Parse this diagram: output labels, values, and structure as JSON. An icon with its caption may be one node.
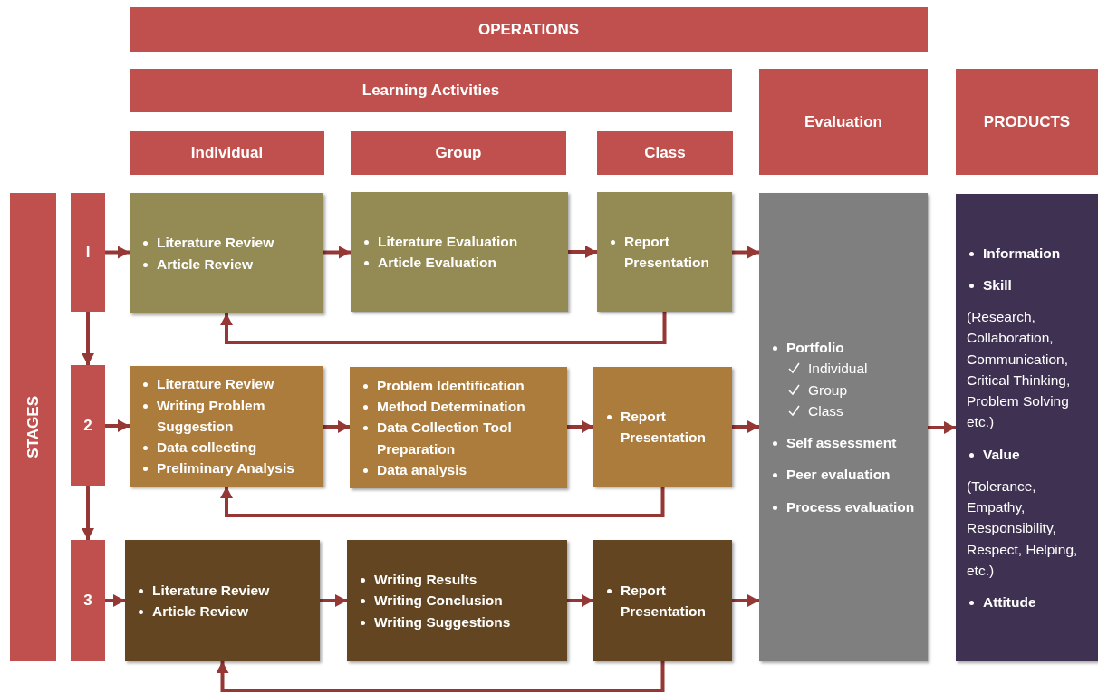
{
  "diagram": {
    "nodes": [
      {
        "text": [
          "OPERATIONS"
        ]
      },
      {
        "text": [
          "Learning Activities"
        ]
      },
      {
        "text": [
          "Evaluation"
        ]
      },
      {
        "text": [
          "PRODUCTS"
        ]
      },
      {
        "text": [
          "Individual"
        ]
      },
      {
        "text": [
          "Group"
        ]
      },
      {
        "text": [
          "Class"
        ]
      },
      {
        "text": [
          "STAGES"
        ]
      },
      {
        "text": [
          "I"
        ]
      },
      {
        "text": [
          "Literature Review",
          "Article Review"
        ]
      },
      {
        "text": [
          "Literature Evaluation",
          "Article Evaluation"
        ]
      },
      {
        "text": [
          "Report Presentation"
        ]
      },
      {
        "text": [
          "2"
        ]
      },
      {
        "text": [
          "Literature Review",
          "Writing Problem Suggestion",
          "Data collecting",
          "Preliminary Analysis"
        ]
      },
      {
        "text": [
          "Problem Identification",
          "Method Determination",
          "Data Collection Tool Preparation",
          "Data analysis"
        ]
      },
      {
        "text": [
          "Report Presentation"
        ]
      },
      {
        "text": [
          "3"
        ]
      },
      {
        "text": [
          "Literature Review",
          "Article Review"
        ]
      },
      {
        "text": [
          "Writing Results",
          "Writing Conclusion",
          "Writing Suggestions"
        ]
      },
      {
        "text": [
          "Report Presentation"
        ]
      },
      {
        "text": [
          "Portfolio",
          "Individual",
          "Group",
          "Class",
          "Self assessment",
          "Peer evaluation",
          "Process evaluation"
        ]
      },
      {
        "text": [
          "Information",
          "Skill",
          "(Research, Collaboration, Communication, Critical Thinking, Problem Solving etc.)",
          "Value",
          "(Tolerance, Empathy, Responsibility, Respect, Helping, etc.)",
          "Attitude"
        ]
      }
    ],
    "edges": [
      {
        "from": 8,
        "to": 9,
        "arrow": "to"
      },
      {
        "from": 9,
        "to": 10,
        "arrow": "to"
      },
      {
        "from": 10,
        "to": 11,
        "arrow": "to"
      },
      {
        "from": 11,
        "to": 20,
        "arrow": "to"
      },
      {
        "from": 11,
        "to": 9,
        "arrow": "to"
      },
      {
        "from": 8,
        "to": 12,
        "arrow": "to"
      },
      {
        "from": 12,
        "to": 13,
        "arrow": "to"
      },
      {
        "from": 13,
        "to": 14,
        "arrow": "to"
      },
      {
        "from": 14,
        "to": 15,
        "arrow": "to"
      },
      {
        "from": 15,
        "to": 20,
        "arrow": "to"
      },
      {
        "from": 15,
        "to": 13,
        "arrow": "to"
      },
      {
        "from": 12,
        "to": 16,
        "arrow": "to"
      },
      {
        "from": 16,
        "to": 17,
        "arrow": "to"
      },
      {
        "from": 17,
        "to": 18,
        "arrow": "to"
      },
      {
        "from": 18,
        "to": 19,
        "arrow": "to"
      },
      {
        "from": 19,
        "to": 20,
        "arrow": "to"
      },
      {
        "from": 19,
        "to": 17,
        "arrow": "to"
      },
      {
        "from": 20,
        "to": 21,
        "arrow": "to"
      }
    ]
  }
}
